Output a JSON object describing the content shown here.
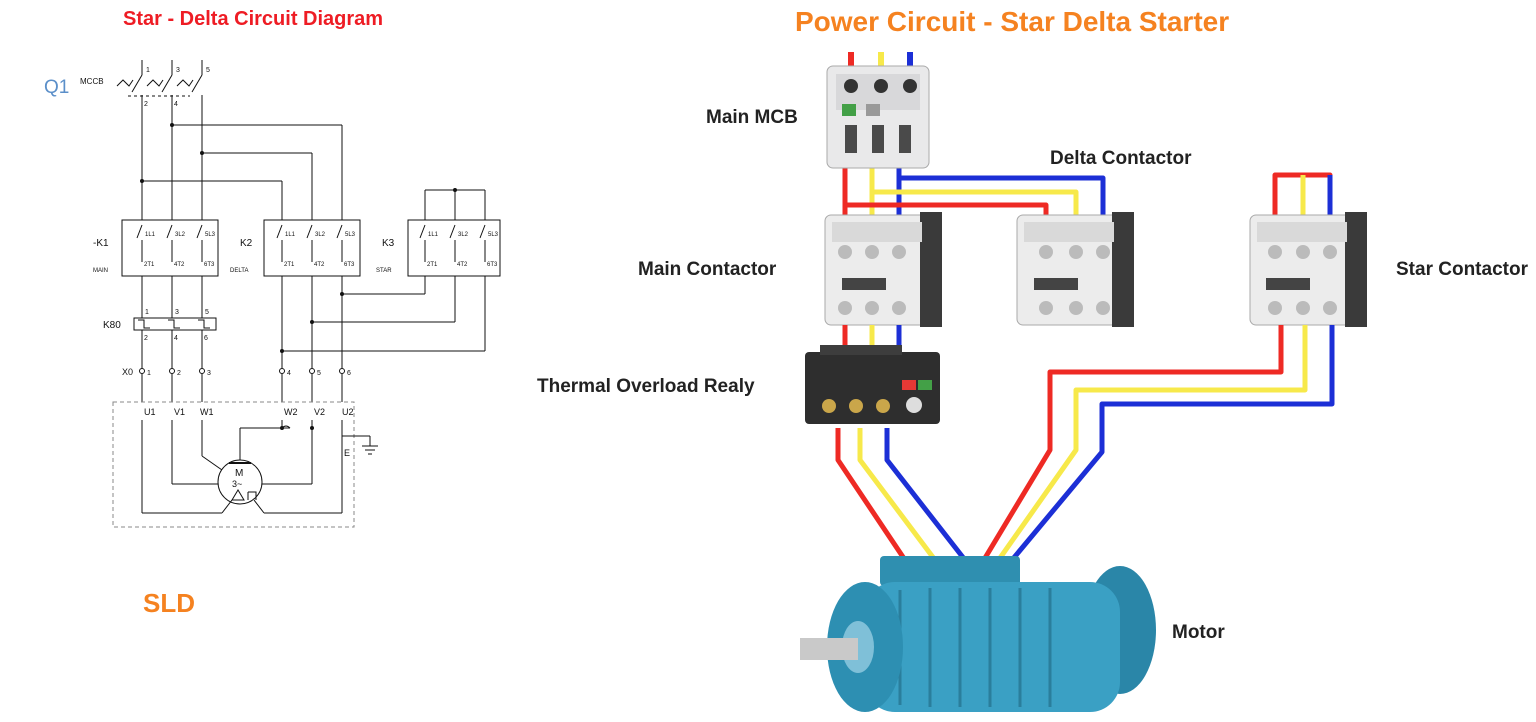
{
  "titles": {
    "sld_title": "Star - Delta Circuit Diagram",
    "power_title": "Power Circuit - Star Delta Starter",
    "sld_label": "SLD"
  },
  "sld": {
    "q1_label": "Q1",
    "mccb_label": "MCCB",
    "mccb_top_terminals": [
      "1",
      "3",
      "5"
    ],
    "mccb_bottom_terminals": [
      "2",
      "4"
    ],
    "contactors": [
      {
        "id": "-K1",
        "role": "MAIN",
        "poles": [
          "1L1",
          "3L2",
          "5L3"
        ],
        "outs": [
          "2T1",
          "4T2",
          "6T3"
        ]
      },
      {
        "id": "K2",
        "role": "DELTA",
        "poles": [
          "1L1",
          "3L2",
          "5L3"
        ],
        "outs": [
          "2T1",
          "4T2",
          "6T3"
        ]
      },
      {
        "id": "K3",
        "role": "STAR",
        "poles": [
          "1L1",
          "3L2",
          "5L3"
        ],
        "outs": [
          "2T1",
          "4T2",
          "6T3"
        ]
      }
    ],
    "overload": {
      "id": "K80",
      "top_terminals": [
        "1",
        "3",
        "5"
      ],
      "bottom_terminals": [
        "2",
        "4",
        "6"
      ]
    },
    "terminal_block": {
      "id": "X0",
      "terminals": [
        "1",
        "2",
        "3",
        "4",
        "5",
        "6"
      ]
    },
    "motor_terminals": [
      "U1",
      "V1",
      "W1",
      "W2",
      "V2",
      "U2"
    ],
    "motor_symbol": {
      "letter": "M",
      "phase": "3~"
    },
    "earth_label": "E"
  },
  "power": {
    "labels": {
      "main_mcb": "Main MCB",
      "delta_contactor": "Delta Contactor",
      "main_contactor": "Main Contactor",
      "star_contactor": "Star Contactor",
      "thermal": "Thermal Overload Realy",
      "motor": "Motor"
    },
    "wire_colors": {
      "red": "#ee2a24",
      "yellow": "#f7e94a",
      "blue": "#1c2fd6"
    }
  }
}
